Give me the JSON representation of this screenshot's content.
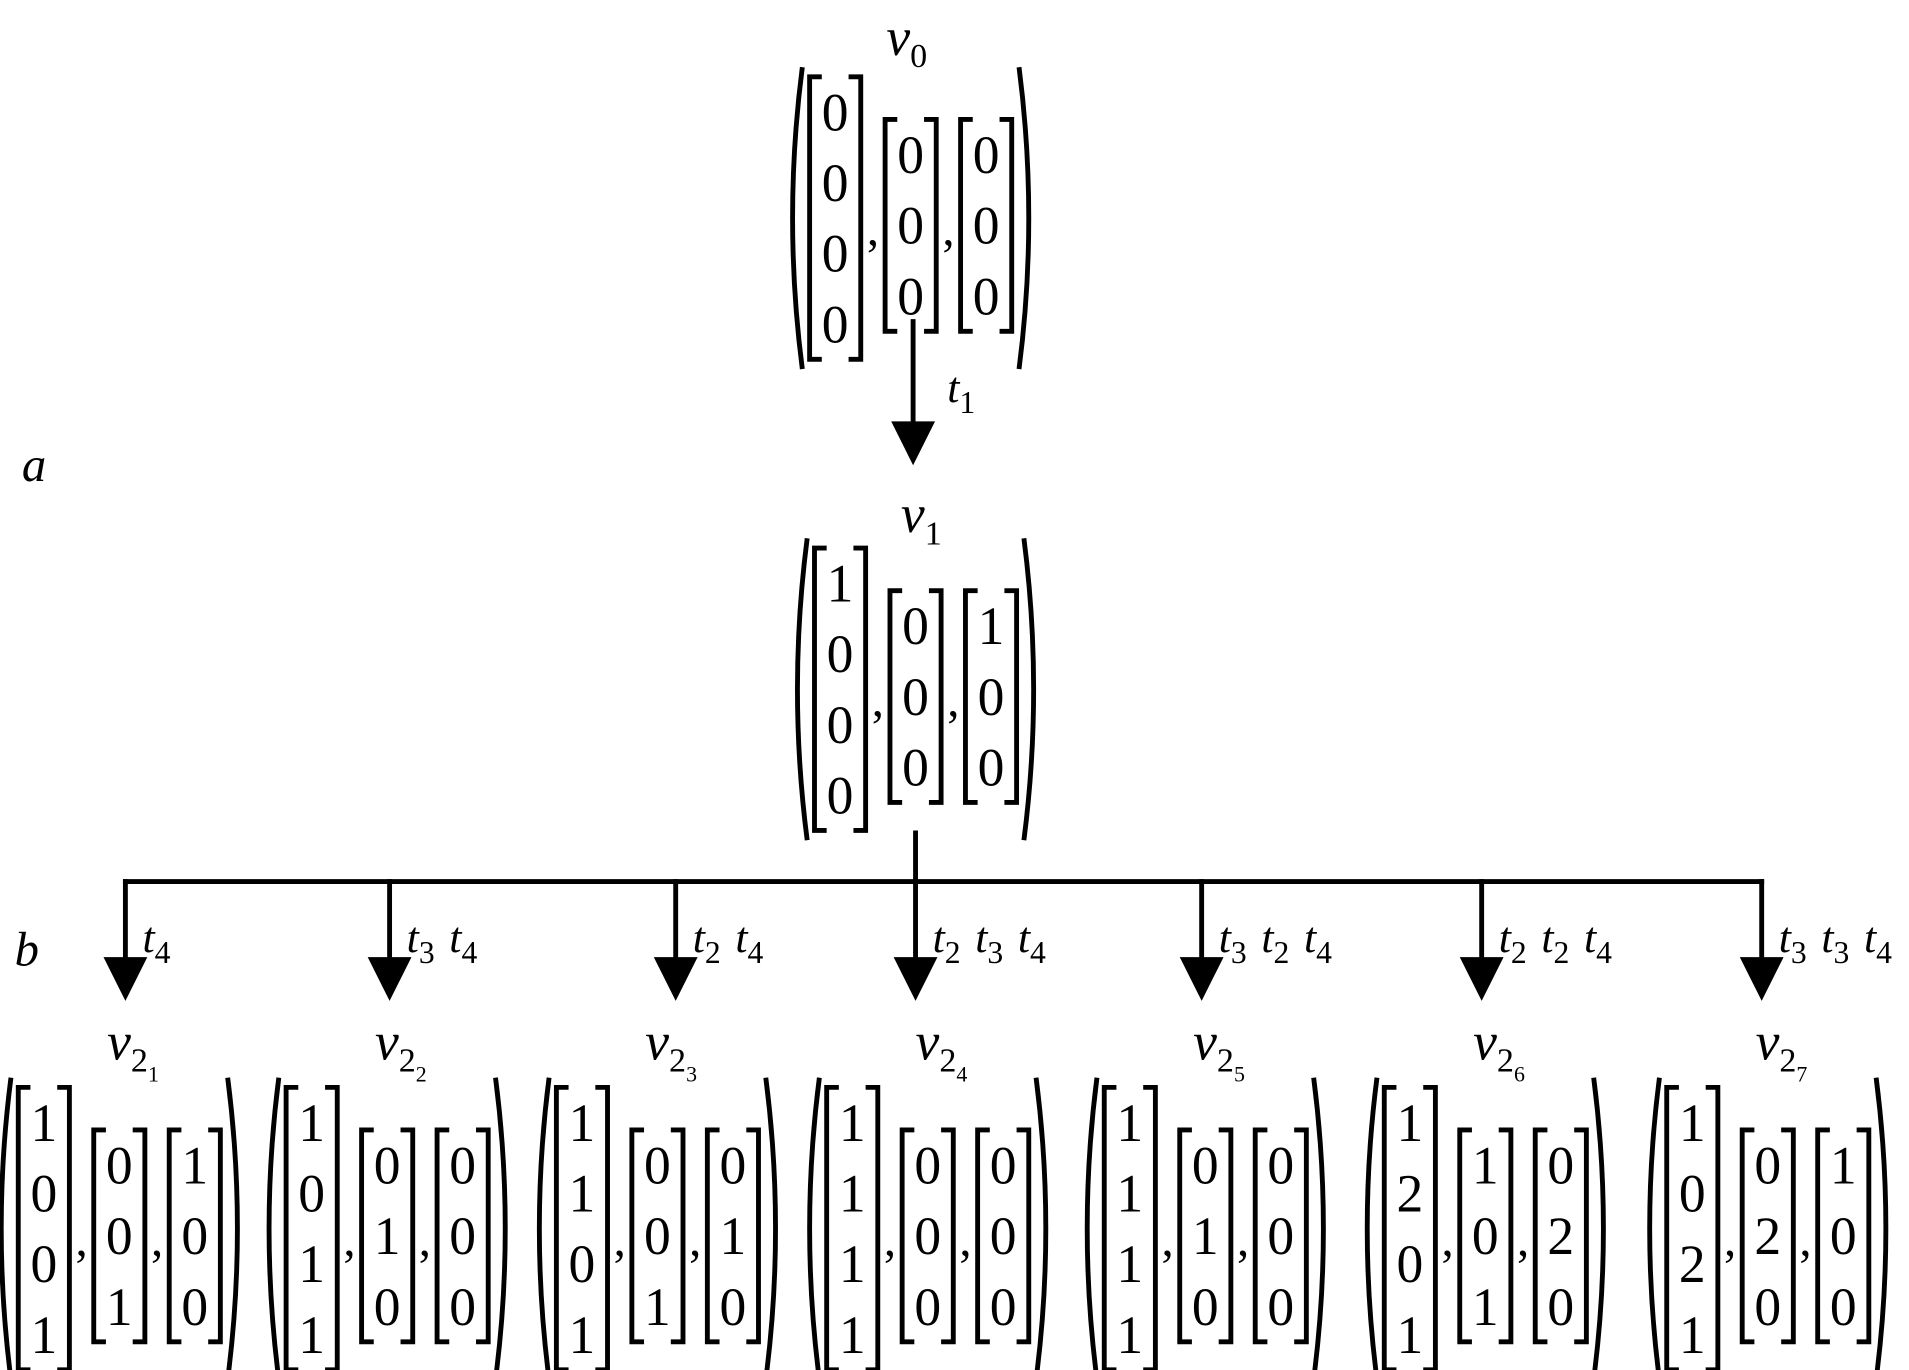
{
  "section_labels": {
    "a": "a",
    "b": "b"
  },
  "colors": {
    "ink": "#000000",
    "background": "#ffffff"
  },
  "root": {
    "label": {
      "base": "v",
      "sub": "0"
    },
    "vectors": [
      [
        "0",
        "0",
        "0",
        "0"
      ],
      [
        "0",
        "0",
        "0"
      ],
      [
        "0",
        "0",
        "0"
      ]
    ]
  },
  "first_transition": [
    {
      "base": "t",
      "sub": "1"
    }
  ],
  "middle": {
    "label": {
      "base": "v",
      "sub": "1"
    },
    "vectors": [
      [
        "1",
        "0",
        "0",
        "0"
      ],
      [
        "0",
        "0",
        "0"
      ],
      [
        "1",
        "0",
        "0"
      ]
    ]
  },
  "children": [
    {
      "transitions": [
        {
          "base": "t",
          "sub": "4"
        }
      ],
      "label": {
        "base": "v",
        "sub": "2",
        "subsub": "1"
      },
      "vectors": [
        [
          "1",
          "0",
          "0",
          "1"
        ],
        [
          "0",
          "0",
          "1"
        ],
        [
          "1",
          "0",
          "0"
        ]
      ]
    },
    {
      "transitions": [
        {
          "base": "t",
          "sub": "3"
        },
        {
          "base": "t",
          "sub": "4"
        }
      ],
      "label": {
        "base": "v",
        "sub": "2",
        "subsub": "2"
      },
      "vectors": [
        [
          "1",
          "0",
          "1",
          "1"
        ],
        [
          "0",
          "1",
          "0"
        ],
        [
          "0",
          "0",
          "0"
        ]
      ]
    },
    {
      "transitions": [
        {
          "base": "t",
          "sub": "2"
        },
        {
          "base": "t",
          "sub": "4"
        }
      ],
      "label": {
        "base": "v",
        "sub": "2",
        "subsub": "3"
      },
      "vectors": [
        [
          "1",
          "1",
          "0",
          "1"
        ],
        [
          "0",
          "0",
          "1"
        ],
        [
          "0",
          "1",
          "0"
        ]
      ]
    },
    {
      "transitions": [
        {
          "base": "t",
          "sub": "2"
        },
        {
          "base": "t",
          "sub": "3"
        },
        {
          "base": "t",
          "sub": "4"
        }
      ],
      "label": {
        "base": "v",
        "sub": "2",
        "subsub": "4"
      },
      "vectors": [
        [
          "1",
          "1",
          "1",
          "1"
        ],
        [
          "0",
          "0",
          "0"
        ],
        [
          "0",
          "0",
          "0"
        ]
      ]
    },
    {
      "transitions": [
        {
          "base": "t",
          "sub": "3"
        },
        {
          "base": "t",
          "sub": "2"
        },
        {
          "base": "t",
          "sub": "4"
        }
      ],
      "label": {
        "base": "v",
        "sub": "2",
        "subsub": "5"
      },
      "vectors": [
        [
          "1",
          "1",
          "1",
          "1"
        ],
        [
          "0",
          "1",
          "0"
        ],
        [
          "0",
          "0",
          "0"
        ]
      ]
    },
    {
      "transitions": [
        {
          "base": "t",
          "sub": "2"
        },
        {
          "base": "t",
          "sub": "2"
        },
        {
          "base": "t",
          "sub": "4"
        }
      ],
      "label": {
        "base": "v",
        "sub": "2",
        "subsub": "6"
      },
      "vectors": [
        [
          "1",
          "2",
          "0",
          "1"
        ],
        [
          "1",
          "0",
          "1"
        ],
        [
          "0",
          "2",
          "0"
        ]
      ]
    },
    {
      "transitions": [
        {
          "base": "t",
          "sub": "3"
        },
        {
          "base": "t",
          "sub": "3"
        },
        {
          "base": "t",
          "sub": "4"
        }
      ],
      "label": {
        "base": "v",
        "sub": "2",
        "subsub": "7"
      },
      "vectors": [
        [
          "1",
          "0",
          "2",
          "1"
        ],
        [
          "0",
          "2",
          "0"
        ],
        [
          "1",
          "0",
          "0"
        ]
      ]
    }
  ]
}
